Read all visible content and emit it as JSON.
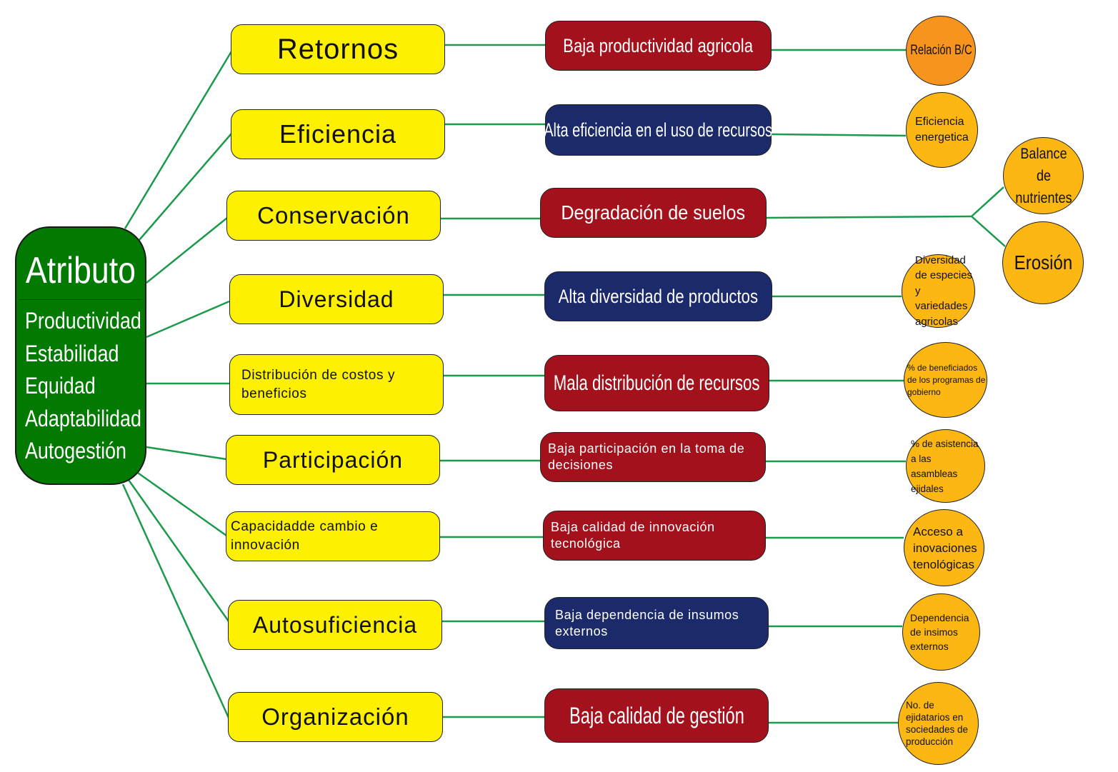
{
  "root": {
    "title": "Atributo",
    "items": [
      "Productividad",
      "Estabilidad",
      "Equidad",
      "Adaptabilidad",
      "Autogestión"
    ]
  },
  "attributes": [
    "Retornos",
    "Eficiencia",
    "Conservación",
    "Diversidad",
    "Distribución de costos y beneficios",
    "Participación",
    "Capacidadde cambio e innovación",
    "Autosuficiencia",
    "Organización"
  ],
  "indicators": [
    "Baja productividad agricola",
    "Alta eficiencia en el uso de  recursos",
    "Degradación de suelos",
    "Alta diversidad de productos",
    "Mala distribución de recursos",
    "Baja participación en la toma de decisiones",
    "Baja calidad de innovación tecnológica",
    "Baja dependencia de insumos externos",
    "Baja calidad de gestión"
  ],
  "criteria": [
    "Relación B/C",
    "Eficiencia energetica",
    "Balance de nutrientes",
    "Erosión",
    "Diversidad de especies y variedades agricolas",
    "%  de beneficiados de los programas de gobierno",
    "% de asistencia a las asambleas ejidales",
    "Acceso a inovaciones tenológicas",
    "Dependencia de insimos externos",
    "No. de ejidatarios en sociedades de producción"
  ],
  "colors": {
    "root": "#027a02",
    "attribute": "#fdf000",
    "indicator_red": "#a3121c",
    "indicator_blue": "#1b2a6b",
    "criterion_orange": "#f7941d",
    "criterion_gold": "#fdb713",
    "connector": "#1a9a4a"
  }
}
